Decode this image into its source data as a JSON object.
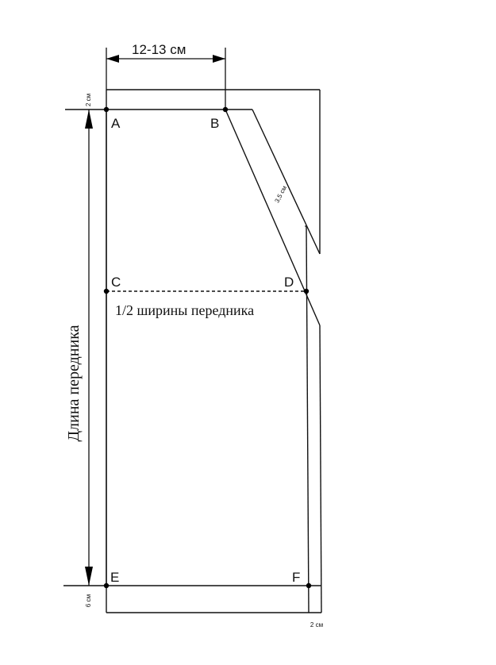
{
  "dimensions": {
    "top_width": "12-13 см",
    "top_allowance": "2 см",
    "bottom_allowance": "6 см",
    "side_allowance": "2 см",
    "bib_strip": "3,5 см",
    "length": "Длина передника",
    "half_width": "1/2 ширины передника"
  },
  "points": {
    "a": "A",
    "b": "B",
    "c": "C",
    "d": "D",
    "e": "E",
    "f": "F"
  }
}
